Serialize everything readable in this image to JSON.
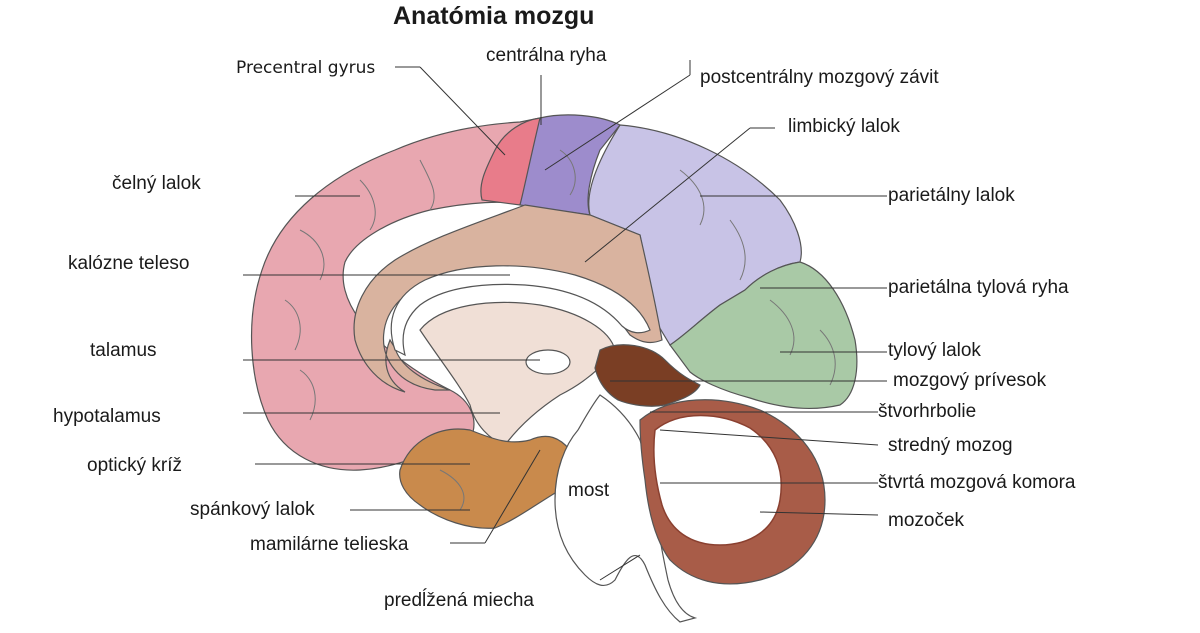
{
  "title": "Anatómia mozgu",
  "labels": {
    "precentral_gyrus": "Precentral gyrus",
    "centralna_ryha": "centrálna ryha",
    "postcentralny": "postcentrálny mozgový závit",
    "limbicky": "limbický lalok",
    "celny": "čelný lalok",
    "parietalny": "parietálny lalok",
    "kalozne": "kalózne teleso",
    "parietalna_tylova": "parietálna tylová ryha",
    "talamus": "talamus",
    "tylovy": "tylový lalok",
    "prives": "mozgový prívesok",
    "hypotalamus": "hypotalamus",
    "stvorhrbolie": "štvorhrbolie",
    "stredny": "stredný mozog",
    "opticky": "optický kríž",
    "stvrta": "štvrtá mozgová komora",
    "most": "most",
    "spankovy": "spánkový lalok",
    "mozocek": "mozoček",
    "mamilarne": "mamilárne telieska",
    "predlzena": "predĺžená miecha"
  },
  "colors": {
    "frontal": "#e8a7b0",
    "precentral": "#e87c8a",
    "postcentral": "#9d8ccc",
    "parietal": "#c8c3e6",
    "occipital": "#a9c9a6",
    "limbic": "#d9b39f",
    "temporal": "#c98a4c",
    "corpus": "#ffffff",
    "thalamus": "#f0dfd6",
    "brainstem": "#ffffff",
    "pituitary": "#7a3e24",
    "cerebellum": "#a85c48",
    "outline": "#555555"
  }
}
